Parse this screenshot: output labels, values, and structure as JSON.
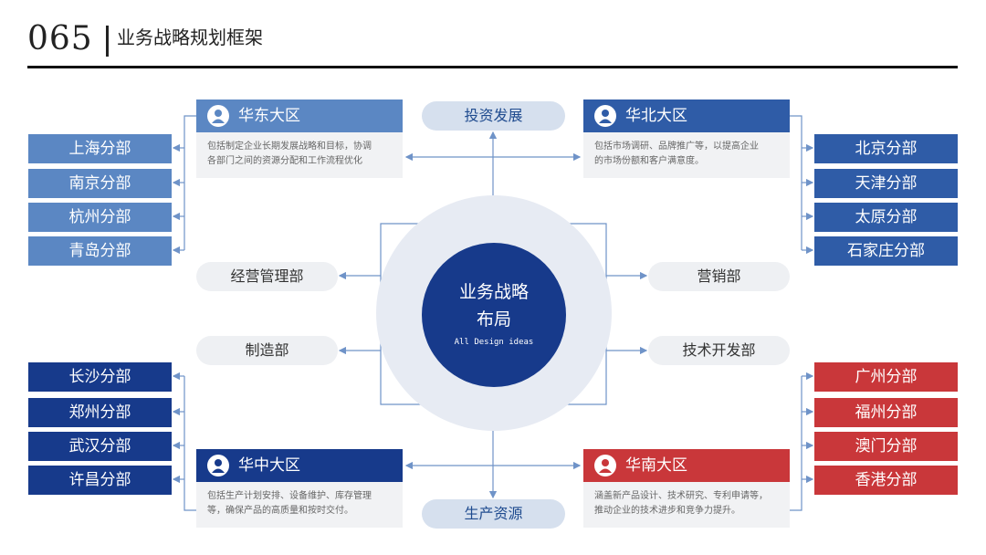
{
  "header": {
    "page_number": "065",
    "title": "业务战略规划框架"
  },
  "center": {
    "line1": "业务战略",
    "line2": "布局",
    "subtitle": "All Design ideas"
  },
  "pills": {
    "top": "投资发展",
    "bottom": "生产资源",
    "mid_left_top": "经营管理部",
    "mid_left_bottom": "制造部",
    "mid_right_top": "营销部",
    "mid_right_bottom": "技术开发部"
  },
  "regions": {
    "east": {
      "title": "华东大区",
      "desc1": "包括制定企业长期发展战略和目标，协调",
      "desc2": "各部门之间的资源分配和工作流程优化",
      "color": "#5b87c3"
    },
    "north": {
      "title": "华北大区",
      "desc1": "包括市场调研、品牌推广等，以提高企业",
      "desc2": "的市场份额和客户满意度。",
      "color": "#2f5ca7"
    },
    "central": {
      "title": "华中大区",
      "desc1": "包括生产计划安排、设备维护、库存管理",
      "desc2": "等，确保产品的高质量和按时交付。",
      "color": "#173a8b"
    },
    "south": {
      "title": "华南大区",
      "desc1": "涵盖新产品设计、技术研究、专利申请等，",
      "desc2": "推动企业的技术进步和竞争力提升。",
      "color": "#c9373a"
    }
  },
  "branches": {
    "east": [
      "上海分部",
      "南京分部",
      "杭州分部",
      "青岛分部"
    ],
    "north": [
      "北京分部",
      "天津分部",
      "太原分部",
      "石家庄分部"
    ],
    "central": [
      "长沙分部",
      "郑州分部",
      "武汉分部",
      "许昌分部"
    ],
    "south": [
      "广州分部",
      "福州分部",
      "澳门分部",
      "香港分部"
    ]
  },
  "icons": {
    "region": "user-icon"
  },
  "colors": {
    "line": "#6f93c8",
    "east_branch": "#5b87c3",
    "north_branch": "#2f5ca7",
    "central_branch": "#173a8b",
    "south_branch": "#c9373a"
  }
}
